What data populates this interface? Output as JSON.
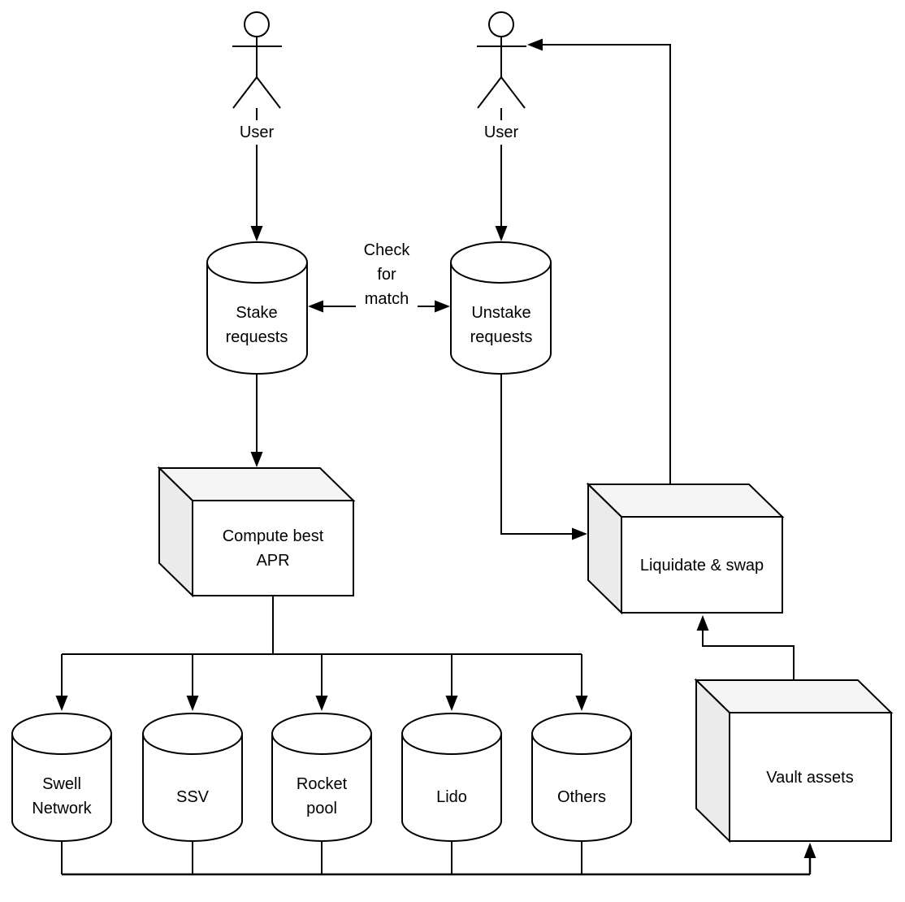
{
  "diagram": {
    "actors": [
      {
        "label": "User"
      },
      {
        "label": "User"
      }
    ],
    "nodes": {
      "stake_requests": {
        "label": "Stake requests",
        "shape": "cylinder"
      },
      "unstake_requests": {
        "label": "Unstake requests",
        "shape": "cylinder"
      },
      "compute_best_apr": {
        "label": "Compute best APR",
        "shape": "cube"
      },
      "liquidate_swap": {
        "label": "Liquidate & swap",
        "shape": "cube"
      },
      "vault_assets": {
        "label": "Vault assets",
        "shape": "cube"
      },
      "swell_network": {
        "label": "Swell Network",
        "shape": "cylinder"
      },
      "ssv": {
        "label": "SSV",
        "shape": "cylinder"
      },
      "rocket_pool": {
        "label": "Rocket pool",
        "shape": "cylinder"
      },
      "lido": {
        "label": "Lido",
        "shape": "cylinder"
      },
      "others": {
        "label": "Others",
        "shape": "cylinder"
      }
    },
    "edge_labels": {
      "check_for_match": "Check for match"
    },
    "colors": {
      "stroke": "#000000",
      "node_fill": "#ffffff",
      "cube_top": "#f5f5f5",
      "cube_side": "#ebebeb",
      "text": "#000000",
      "background": "#ffffff"
    }
  }
}
